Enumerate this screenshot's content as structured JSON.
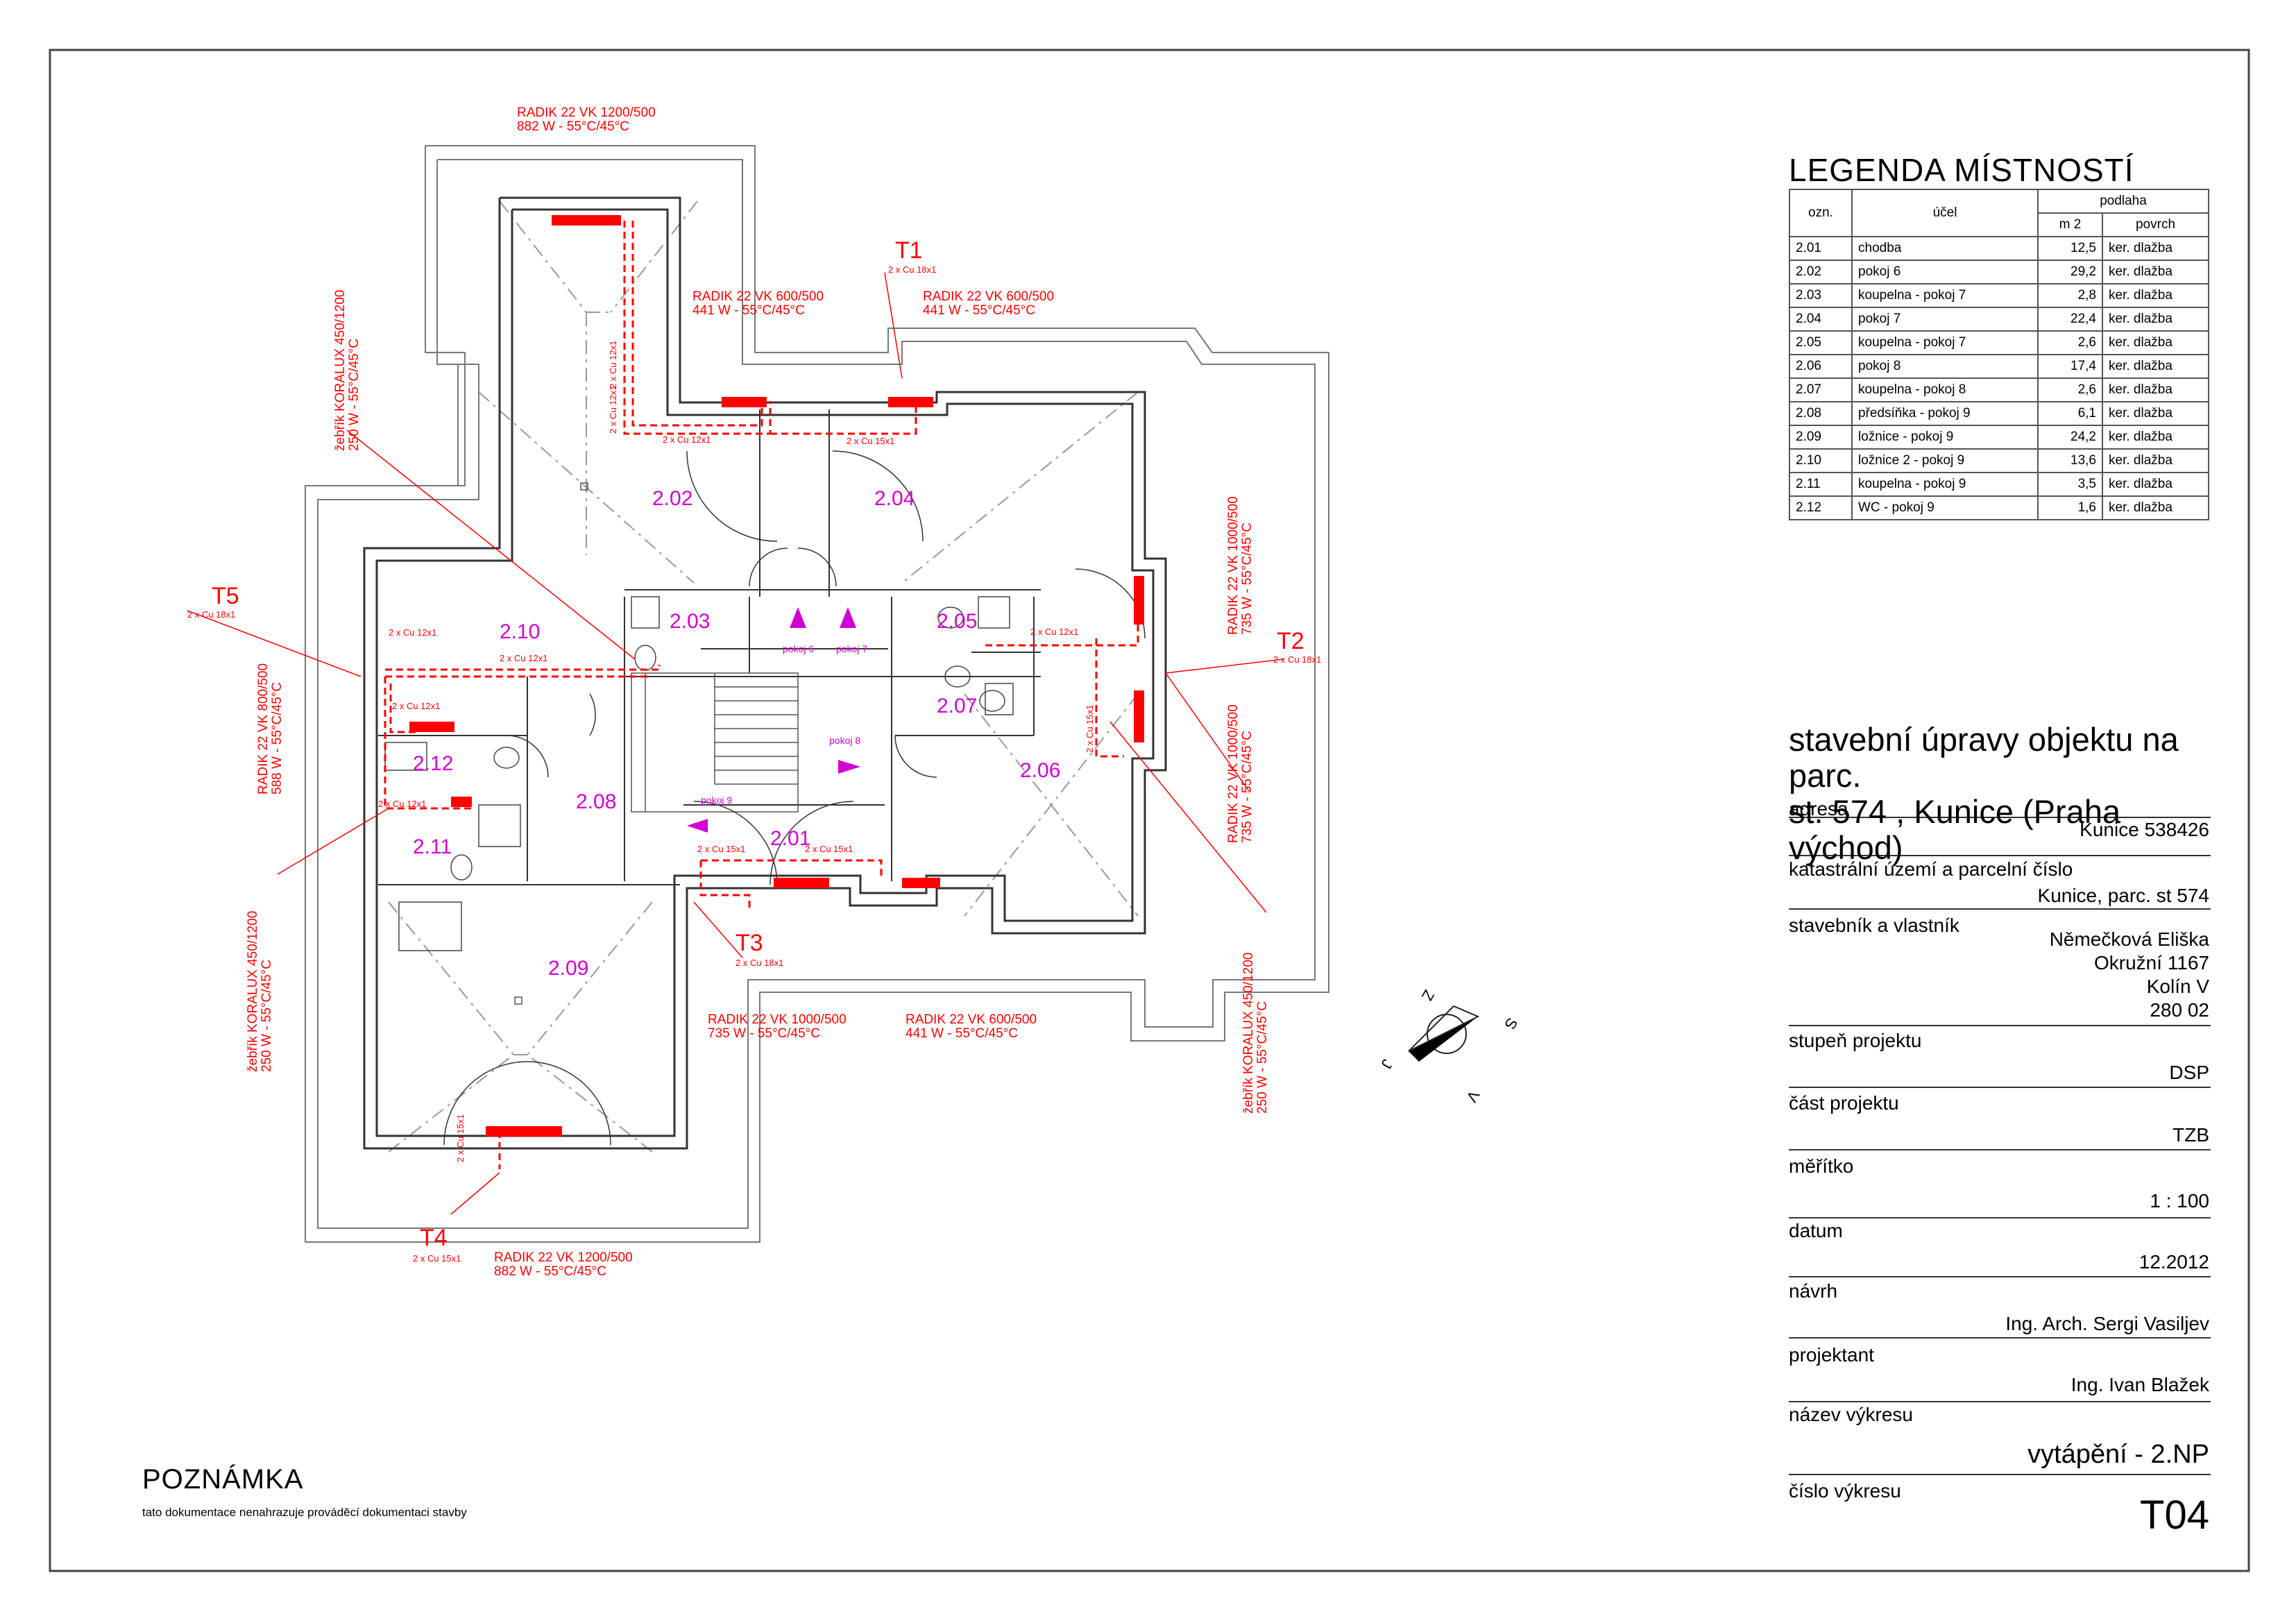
{
  "legend": {
    "title": "LEGENDA MÍSTNOSTÍ",
    "headers": {
      "ozn": "ozn.",
      "ucel": "účel",
      "podlaha": "podlaha",
      "m2": "m 2",
      "povrch": "povrch"
    },
    "rows": [
      {
        "ozn": "2.01",
        "ucel": "chodba",
        "m2": "12,5",
        "povrch": "ker. dlažba"
      },
      {
        "ozn": "2.02",
        "ucel": "pokoj 6",
        "m2": "29,2",
        "povrch": "ker. dlažba"
      },
      {
        "ozn": "2.03",
        "ucel": "koupelna - pokoj 7",
        "m2": "2,8",
        "povrch": "ker. dlažba"
      },
      {
        "ozn": "2.04",
        "ucel": "pokoj 7",
        "m2": "22,4",
        "povrch": "ker. dlažba"
      },
      {
        "ozn": "2.05",
        "ucel": "koupelna - pokoj 7",
        "m2": "2,6",
        "povrch": "ker. dlažba"
      },
      {
        "ozn": "2.06",
        "ucel": "pokoj 8",
        "m2": "17,4",
        "povrch": "ker. dlažba"
      },
      {
        "ozn": "2.07",
        "ucel": "koupelna - pokoj 8",
        "m2": "2,6",
        "povrch": "ker. dlažba"
      },
      {
        "ozn": "2.08",
        "ucel": "předsíňka - pokoj 9",
        "m2": "6,1",
        "povrch": "ker. dlažba"
      },
      {
        "ozn": "2.09",
        "ucel": "ložnice - pokoj 9",
        "m2": "24,2",
        "povrch": "ker. dlažba"
      },
      {
        "ozn": "2.10",
        "ucel": "ložnice 2 - pokoj 9",
        "m2": "13,6",
        "povrch": "ker. dlažba"
      },
      {
        "ozn": "2.11",
        "ucel": "koupelna - pokoj 9",
        "m2": "3,5",
        "povrch": "ker. dlažba"
      },
      {
        "ozn": "2.12",
        "ucel": "WC - pokoj 9",
        "m2": "1,6",
        "povrch": "ker. dlažba"
      }
    ]
  },
  "title_block": {
    "title_line1": "stavební úpravy objektu na parc.",
    "title_line2": "st. 574 , Kunice (Praha východ)",
    "adresa_label": "adresa",
    "adresa_value": "Kunice 538426",
    "katastr_label": "katastrální území a parcelní číslo",
    "katastr_value": "Kunice, parc. st 574",
    "stavebnik_label": "stavebník a vlastník",
    "stavebnik_name": "Němečková Eliška",
    "stavebnik_street": "Okružní 1167",
    "stavebnik_city": "Kolín V",
    "stavebnik_zip": "280 02",
    "stupen_label": "stupeň projektu",
    "stupen_value": "DSP",
    "cast_label": "část projektu",
    "cast_value": "TZB",
    "meritko_label": "měřítko",
    "meritko_value": "1 : 100",
    "datum_label": "datum",
    "datum_value": "12.2012",
    "navrh_label": "návrh",
    "navrh_value": "Ing. Arch. Sergi Vasiljev",
    "projektant_label": "projektant",
    "projektant_value": "Ing. Ivan Blažek",
    "nazev_label": "název výkresu",
    "nazev_value": "vytápění - 2.NP",
    "cislo_label": "číslo výkresu",
    "cislo_value": "T04"
  },
  "note": {
    "title": "POZNÁMKA",
    "text": "tato dokumentace nenahrazuje prováděcí dokumentaci stavby"
  },
  "rooms": {
    "r201": "2.01",
    "r202": "2.02",
    "r203": "2.03",
    "r204": "2.04",
    "r205": "2.05",
    "r206": "2.06",
    "r207": "2.07",
    "r208": "2.08",
    "r209": "2.09",
    "r210": "2.10",
    "r211": "2.11",
    "r212": "2.12"
  },
  "stair_labels": {
    "pokoj6": "pokoj 6",
    "pokoj7": "pokoj 7",
    "pokoj8": "pokoj 8",
    "pokoj9": "pokoj 9"
  },
  "risers": {
    "t1": "T1",
    "t1_pipe": "2 x Cu 18x1",
    "t2": "T2",
    "t2_pipe": "2 x Cu 18x1",
    "t3": "T3",
    "t3_pipe": "2 x Cu 18x1",
    "t4": "T4",
    "t4_pipe": "2 x Cu 15x1",
    "t5": "T5",
    "t5_pipe": "2 x Cu 18x1"
  },
  "radiators": {
    "top_name": "RADIK 22 VK 1200/500",
    "top_power": "882 W -  55°C/45°C",
    "r202_name": "RADIK 22 VK 600/500",
    "r202_power": "441 W -  55°C/45°C",
    "r204_name": "RADIK 22 VK 600/500",
    "r204_power": "441 W -  55°C/45°C",
    "bot1_name": "RADIK 22 VK 1000/500",
    "bot1_power": "735 W -  55°C/45°C",
    "bot2_name": "RADIK 22 VK 600/500",
    "bot2_power": "441 W -  55°C/45°C",
    "bottom_name": "RADIK 22 VK 1200/500",
    "bottom_power": "882 W -  55°C/45°C",
    "left_koralux_name": "žebřík KORALUX 450/1200",
    "left_koralux_power": "250 W -  55°C/45°C",
    "left_vk_name": "RADIK 22 VK 800/500",
    "left_vk_power": "588 W -  55°C/45°C",
    "left_koralux2_name": "žebřík KORALUX 450/1200",
    "left_koralux2_power": "250 W -  55°C/45°C",
    "right_vk1_name": "RADIK 22 VK 1000/500",
    "right_vk1_power": "735 W -  55°C/45°C",
    "right_vk2_name": "RADIK 22 VK 1000/500",
    "right_vk2_power": "735 W -  55°C/45°C",
    "right_koralux_name": "žebřík KORALUX 450/1200",
    "right_koralux_power": "250 W -  55°C/45°C"
  },
  "pipes": {
    "p_12_a": "2 x Cu 12x1",
    "p_12_b": "2 x Cu 12x1",
    "p_15_a": "2 x Cu 15x1",
    "p_15_b": "2 x Cu 15x1",
    "p_12_c": "2 x Cu 12x1",
    "p_12_d": "2 x Cu 12x1",
    "p_12_e": "2 x Cu 12x1",
    "p_15_c": "2 x Cu 15x1",
    "p_15_d": "2 x Cu 15x1",
    "p_12_f": "2 x Cu 12x1",
    "p_12_g": "2 x Cu 12x1",
    "p_15_e": "2 x Cu 15x1",
    "p_12_h": "2 x Cu 12x1"
  },
  "compass": {
    "s": "S",
    "j": "J",
    "z": "Z",
    "v": "V"
  },
  "colors": {
    "heating": "#ff0000",
    "rooms": "#d000d0",
    "walls": "#333333"
  }
}
